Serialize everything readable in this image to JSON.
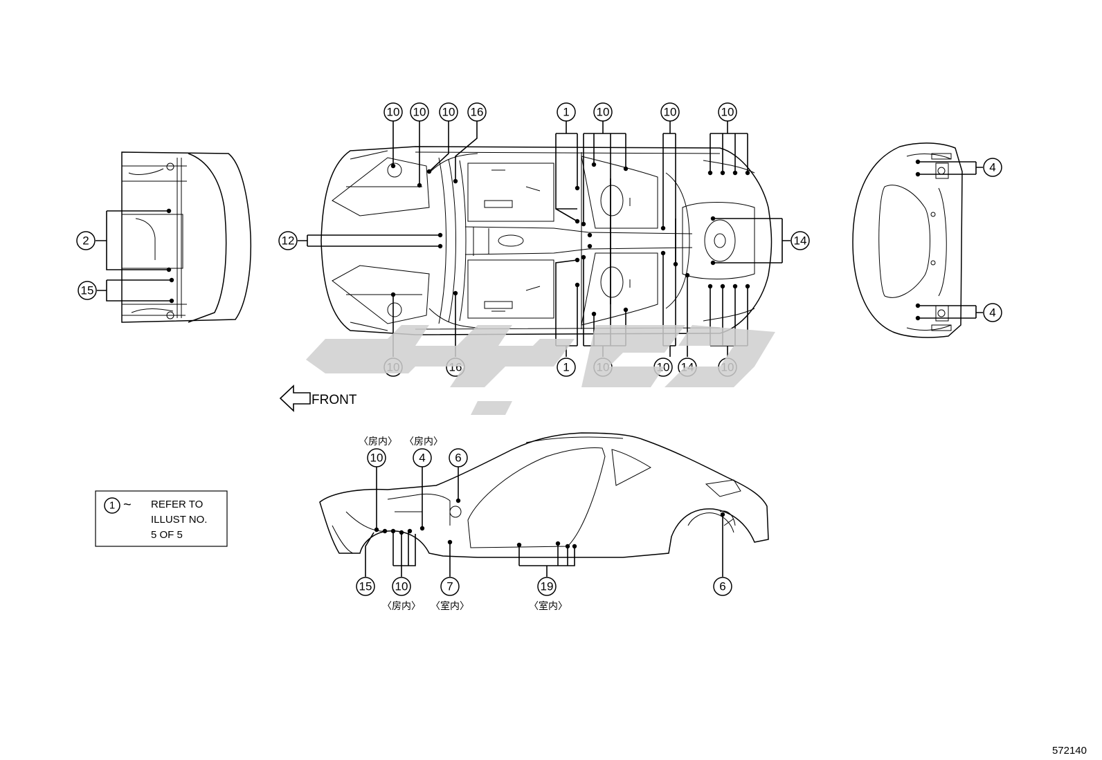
{
  "diagram_id": "572140",
  "front_label": "FRONT",
  "legend": {
    "symbol": "1",
    "tilde": "~",
    "lines": [
      "REFER TO",
      "ILLUST NO.",
      "5 OF 5"
    ]
  },
  "callouts": {
    "front_view": [
      "2",
      "15"
    ],
    "underbody_top": [
      "10",
      "10",
      "10",
      "16",
      "1",
      "10",
      "10",
      "10"
    ],
    "underbody_left": "12",
    "underbody_right": "14",
    "underbody_bottom": [
      "10",
      "16",
      "1",
      "10",
      "10",
      "14",
      "10"
    ],
    "rear_view": [
      "4",
      "4"
    ],
    "side_top": [
      "10",
      "4",
      "6"
    ],
    "side_bottom": [
      "15",
      "10",
      "7",
      "19",
      "6"
    ]
  },
  "location_notes": {
    "engine_room": "〈房内〉",
    "cabin": "〈室内〉"
  }
}
